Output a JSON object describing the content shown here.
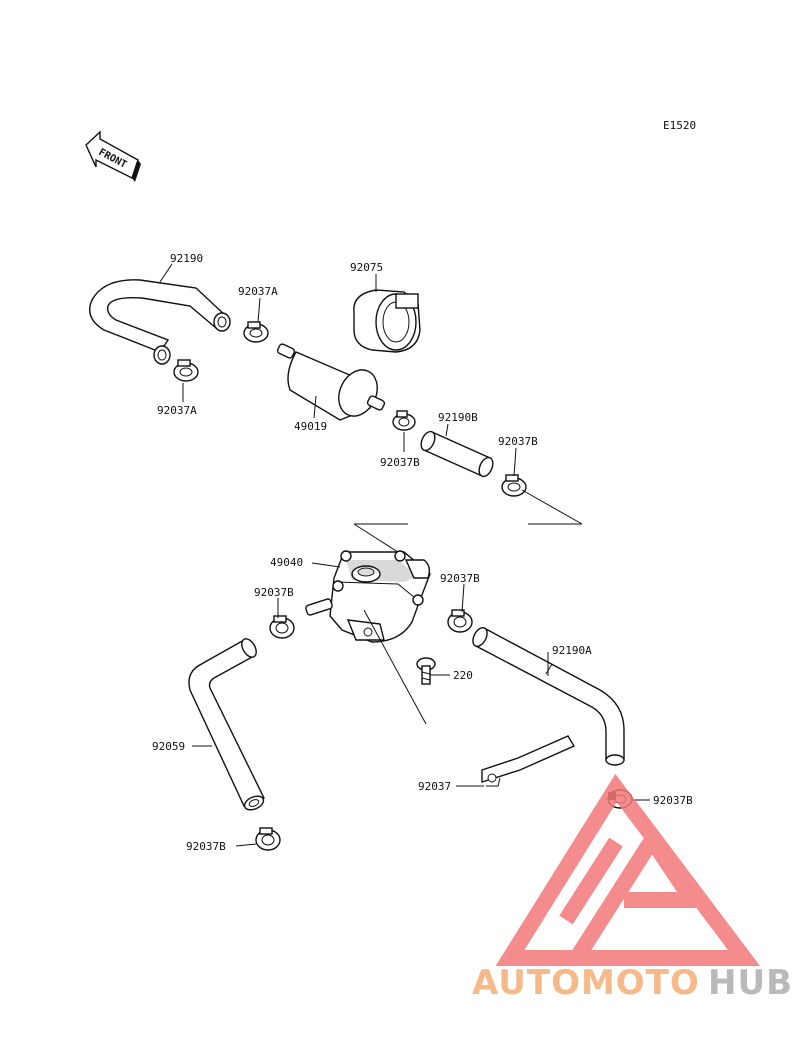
{
  "diagram": {
    "code": "E1520",
    "front_arrow_text": "FRONT",
    "labels": {
      "p92190": "92190",
      "p92037A_top": "92037A",
      "p92037A_bottom": "92037A",
      "p92075": "92075",
      "p49019": "49019",
      "p92190B": "92190B",
      "p92037B_filter": "92037B",
      "p92037B_hose": "92037B",
      "p49040": "49040",
      "p92037B_pump_left": "92037B",
      "p92037B_pump_right": "92037B",
      "p92190A": "92190A",
      "p220": "220",
      "p92059": "92059",
      "p92037": "92037",
      "p92037B_right": "92037B",
      "p92037B_bottom": "92037B"
    }
  },
  "watermark": {
    "brand_part1": "AUTOMOTO",
    "brand_part2": "HUB",
    "color_light": "#f6b98a",
    "color_red": "#f3787a",
    "color_gray": "#b9b9b9"
  }
}
